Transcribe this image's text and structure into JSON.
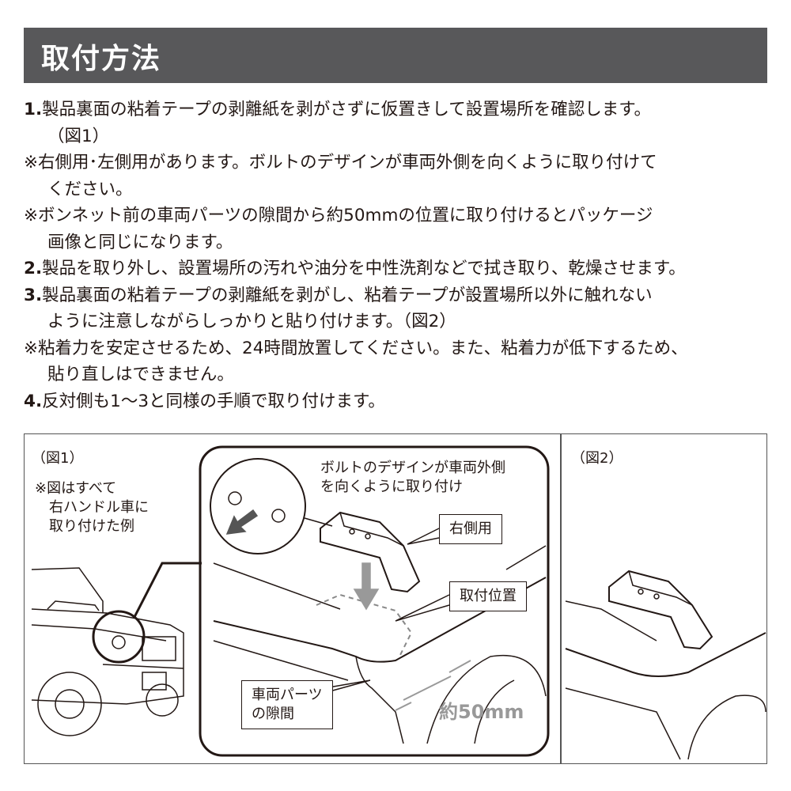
{
  "header": {
    "title": "取付方法"
  },
  "instructions": [
    {
      "num": "1.",
      "lines": [
        "製品裏面の粘着テープの剥離紙を剥がさずに仮置きして設置場所を確認します。",
        "（図1）"
      ]
    },
    {
      "num": "※",
      "lines": [
        "右側用･左側用があります。ボルトのデザインが車両外側を向くように取り付けて",
        "ください。"
      ]
    },
    {
      "num": "※",
      "lines": [
        "ボンネット前の車両パーツの隙間から約50mmの位置に取り付けるとパッケージ",
        "画像と同じになります。"
      ]
    },
    {
      "num": "2.",
      "lines": [
        "製品を取り外し、設置場所の汚れや油分を中性洗剤などで拭き取り、乾燥させます。"
      ]
    },
    {
      "num": "3.",
      "lines": [
        "製品裏面の粘着テープの剥離紙を剥がし、粘着テープが設置場所以外に触れない",
        "ように注意しながらしっかりと貼り付けます。（図2）"
      ]
    },
    {
      "num": "※",
      "lines": [
        "粘着力を安定させるため、24時間放置してください。また、粘着力が低下するため、",
        "貼り直しはできません。"
      ]
    },
    {
      "num": "4.",
      "lines": [
        "反対側も1〜3と同様の手順で取り付けます。"
      ]
    }
  ],
  "figure1": {
    "title": "（図1）",
    "note": [
      "※図はすべて",
      "右ハンドル車に",
      "取り付けた例"
    ],
    "callout_bolt": [
      "ボルトのデザインが車両外側",
      "を向くように取り付け"
    ],
    "label_right": "右側用",
    "label_position": "取付位置",
    "label_gap": [
      "車両パーツ",
      "の隙間"
    ],
    "distance": "約50mm"
  },
  "figure2": {
    "title": "（図2）"
  }
}
